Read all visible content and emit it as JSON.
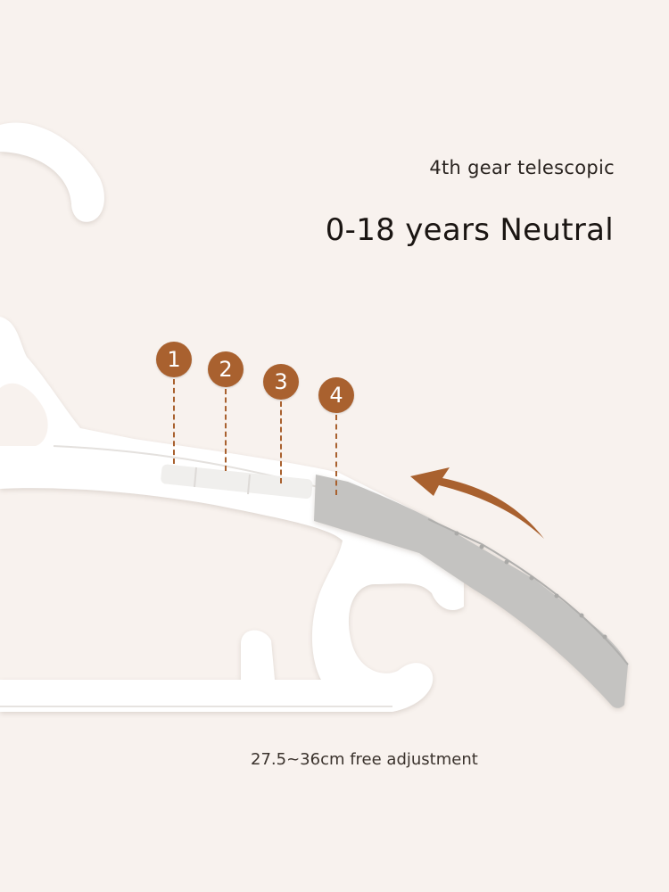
{
  "header": {
    "subtitle": "4th gear telescopic",
    "title": "0-18 years Neutral"
  },
  "gears": [
    {
      "label": "1"
    },
    {
      "label": "2"
    },
    {
      "label": "3"
    },
    {
      "label": "4"
    }
  ],
  "caption": "27.5~36cm free adjustment",
  "colors": {
    "background": "#f8f2ee",
    "accent": "#a9612f",
    "hanger_white": "#ffffff",
    "hanger_grey": "#c1c0be"
  }
}
